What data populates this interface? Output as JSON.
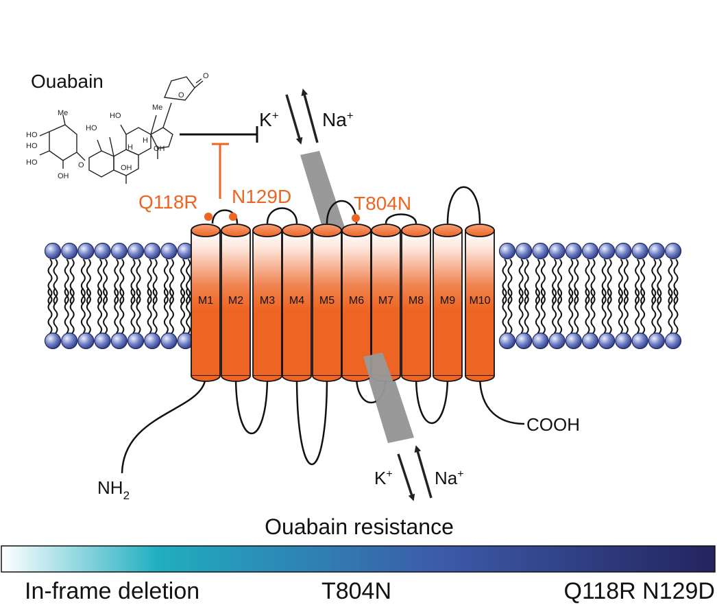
{
  "title": "Ouabain",
  "ions": {
    "top_k": "K",
    "top_na": "Na",
    "bottom_k": "K",
    "bottom_na": "Na",
    "charge": "+"
  },
  "mutations": [
    "Q118R",
    "N129D",
    "T804N"
  ],
  "helices": [
    "M1",
    "M2",
    "M3",
    "M4",
    "M5",
    "M6",
    "M7",
    "M8",
    "M9",
    "M10"
  ],
  "termini": {
    "n": "NH",
    "n_sub": "2",
    "c": "COOH"
  },
  "molecule_labels": [
    "Me",
    "HO",
    "HO",
    "HO",
    "OH",
    "HO",
    "HO",
    "Me",
    "OH",
    "OH",
    "O",
    "O",
    "O",
    "H",
    "H"
  ],
  "scale": {
    "title": "Ouabain resistance",
    "left": "In-frame deletion",
    "middle": "T804N",
    "right": "Q118R N129D"
  },
  "colors": {
    "helix": "#ee6422",
    "mutation": "#ee6422",
    "channel": "#999999",
    "lipid_head": "#5a6bb0",
    "scale_start": "#ffffff",
    "scale_mid": "#20aec0",
    "scale_end": "#24245e"
  }
}
